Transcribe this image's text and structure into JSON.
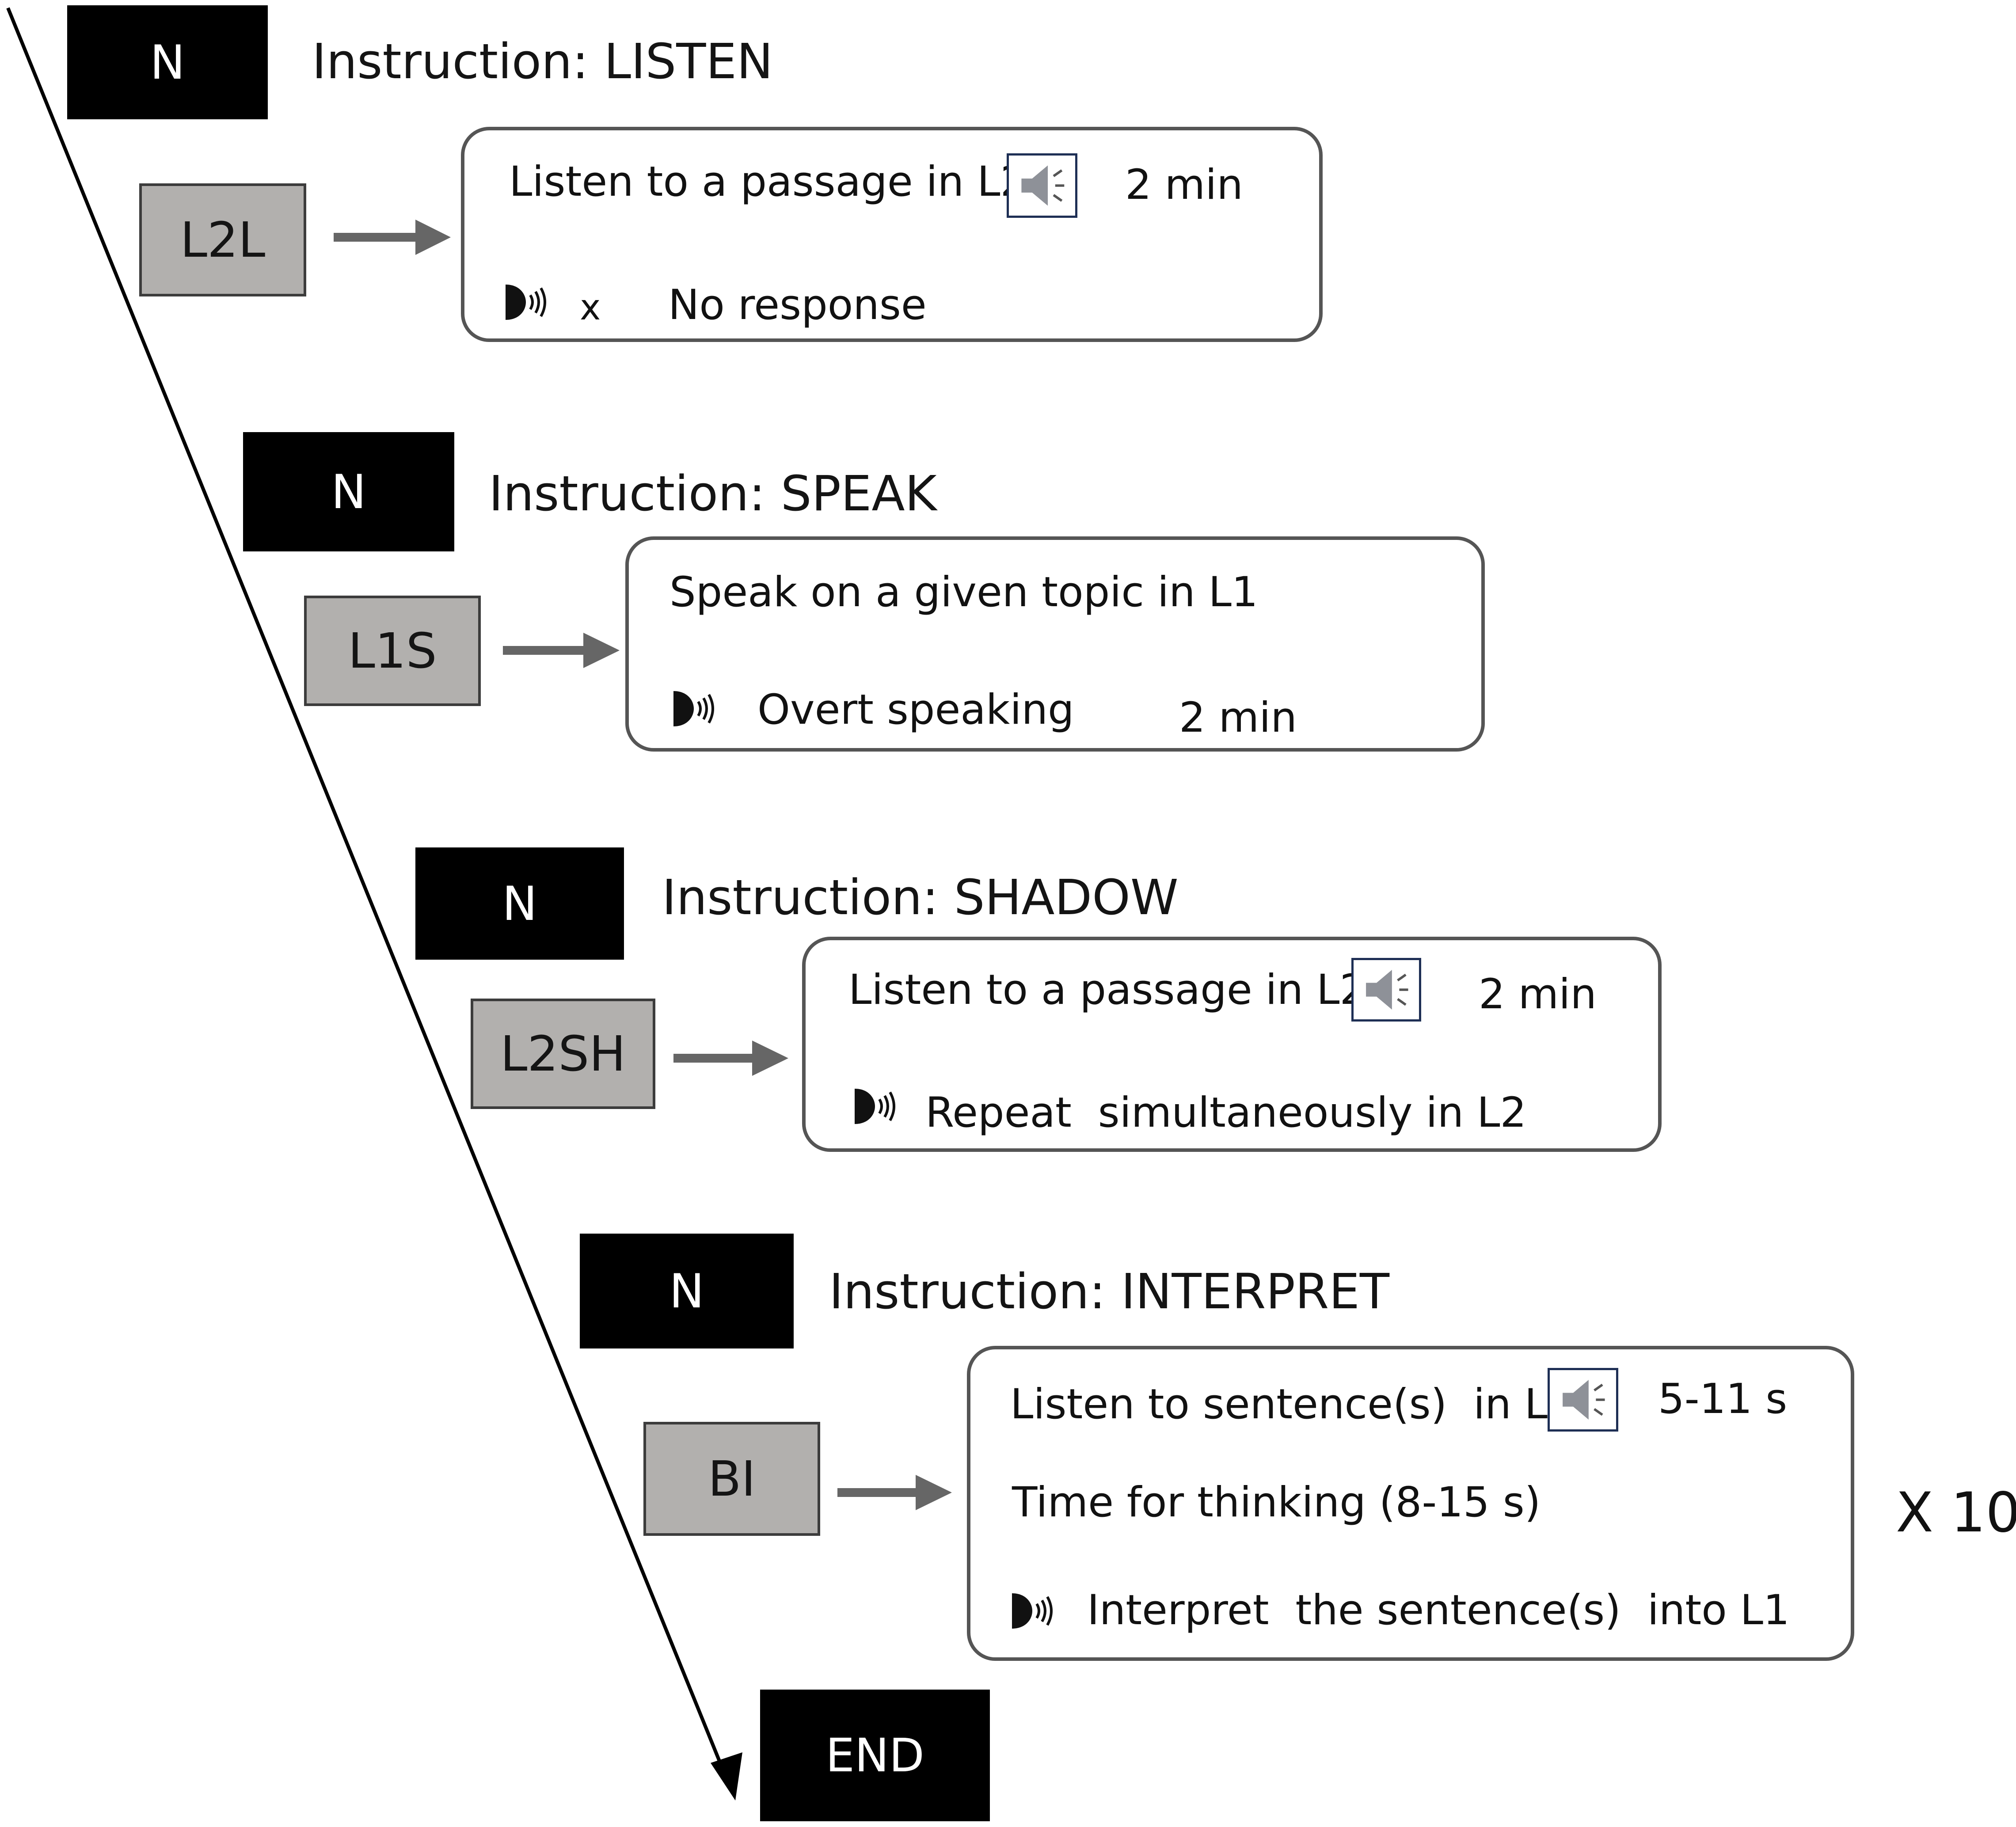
{
  "diagram": {
    "blocks": [
      {
        "marker": "N",
        "instruction": "Instruction: LISTEN",
        "condition": "L2L",
        "task": "Listen to a passage in L2",
        "duration": "2 min",
        "response_mark": "x",
        "response": "No response"
      },
      {
        "marker": "N",
        "instruction": "Instruction: SPEAK",
        "condition": "L1S",
        "task": "Speak on a given topic in L1",
        "response": "Overt speaking",
        "duration": "2 min"
      },
      {
        "marker": "N",
        "instruction": "Instruction: SHADOW",
        "condition": "L2SH",
        "task": "Listen to a passage in L2",
        "duration": "2 min",
        "response": "Repeat  simultaneously in L2"
      },
      {
        "marker": "N",
        "instruction": "Instruction: INTERPRET",
        "condition": "BI",
        "task": "Listen to sentence(s)  in L2",
        "duration": "5-11 s",
        "thinking": "Time for thinking (8-15 s)",
        "response": "Interpret  the sentence(s)  into L1",
        "repetitions": "X 10"
      }
    ],
    "end_label": "END",
    "icons": {
      "speaker": "speaker-icon",
      "mouth": "speaking-mouth-icon",
      "arrow": "right-arrow-icon",
      "timeline": "timeline-arrow"
    },
    "colors": {
      "marker_bg": "#000000",
      "condition_bg": "#b2b0ae",
      "arrow": "#666666",
      "panel_border": "#555555"
    }
  }
}
